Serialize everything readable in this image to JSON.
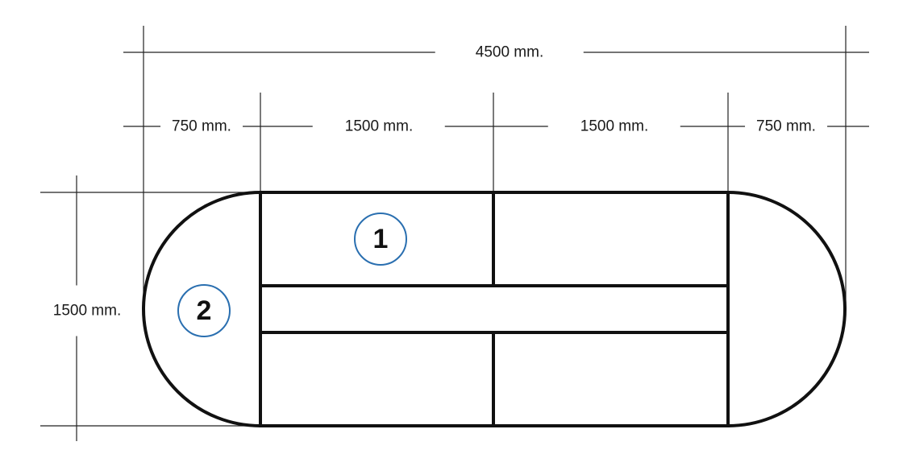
{
  "dimensions": {
    "total_length": "4500 mm.",
    "segment_left_end": "750 mm.",
    "segment_left_mid": "1500 mm.",
    "segment_right_mid": "1500 mm.",
    "segment_right_end": "750 mm.",
    "width": "1500 mm."
  },
  "callouts": {
    "part_1": "1",
    "part_2": "2"
  },
  "colors": {
    "line": "#111111",
    "callout_border": "#2a6fb0"
  }
}
